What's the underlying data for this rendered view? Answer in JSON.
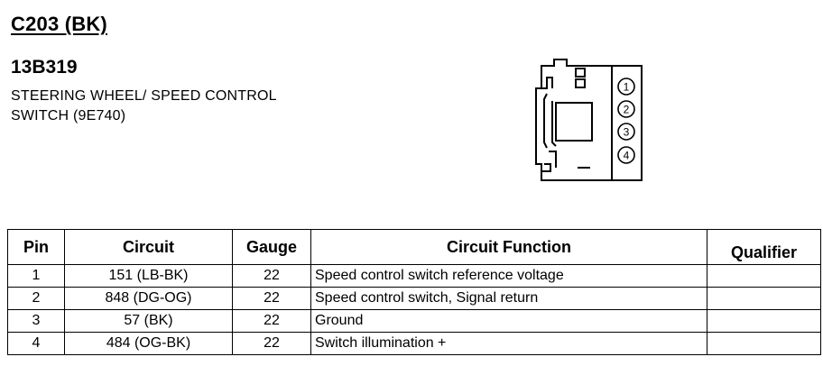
{
  "connector": {
    "id": "C203 (BK)",
    "part_number": "13B319",
    "description_line1": "STEERING WHEEL/ SPEED CONTROL",
    "description_line2": "SWITCH (9E740)"
  },
  "diagram": {
    "pin_labels": [
      "1",
      "2",
      "3",
      "4"
    ]
  },
  "table": {
    "headers": {
      "pin": "Pin",
      "circuit": "Circuit",
      "gauge": "Gauge",
      "function": "Circuit Function",
      "qualifier": "Qualifier"
    },
    "rows": [
      {
        "pin": "1",
        "circuit": "151 (LB-BK)",
        "gauge": "22",
        "function": "Speed control switch reference voltage",
        "qualifier": ""
      },
      {
        "pin": "2",
        "circuit": "848 (DG-OG)",
        "gauge": "22",
        "function": "Speed control switch, Signal return",
        "qualifier": ""
      },
      {
        "pin": "3",
        "circuit": "57 (BK)",
        "gauge": "22",
        "function": "Ground",
        "qualifier": ""
      },
      {
        "pin": "4",
        "circuit": "484 (OG-BK)",
        "gauge": "22",
        "function": "Switch illumination +",
        "qualifier": ""
      }
    ]
  }
}
